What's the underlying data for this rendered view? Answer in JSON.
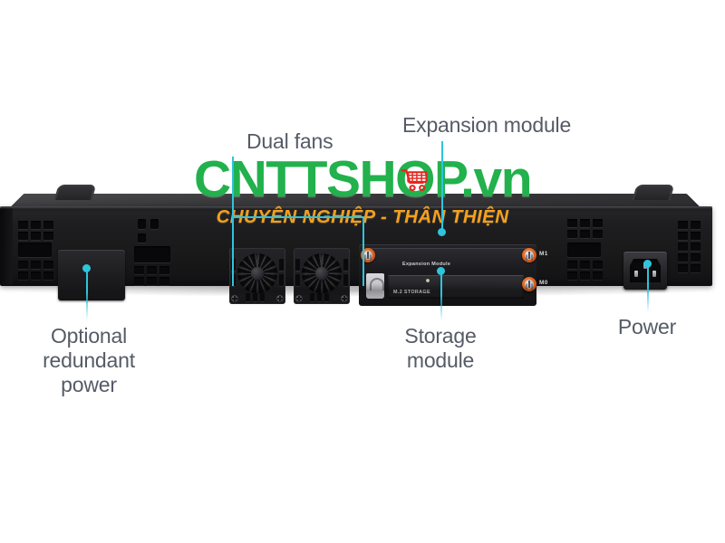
{
  "image": {
    "subject": "1U rack-mount network appliance rear panel",
    "background_color": "#ffffff"
  },
  "callouts": [
    {
      "id": "dual-fans",
      "label": "Dual fans",
      "position": "top-left-center",
      "line_color": "#2ec4dd"
    },
    {
      "id": "expansion-module",
      "label": "Expansion module",
      "position": "top-right-center",
      "line_color": "#2ec4dd"
    },
    {
      "id": "optional-redundant-power",
      "label_line1": "Optional",
      "label_line2": "redundant",
      "label_line3": "power",
      "label": "Optional redundant power",
      "position": "bottom-left",
      "line_color": "#2ec4dd"
    },
    {
      "id": "storage-module",
      "label_line1": "Storage",
      "label_line2": "module",
      "label": "Storage module",
      "position": "bottom-center",
      "line_color": "#2ec4dd"
    },
    {
      "id": "power",
      "label": "Power",
      "position": "bottom-right",
      "line_color": "#2ec4dd"
    }
  ],
  "device": {
    "panel_labels": {
      "expansion_module": "Expansion Module",
      "m2_storage": "M.2 STORAGE",
      "screw_m1": "M1",
      "screw_m0": "M0"
    },
    "chassis_color": "#1a1a1d",
    "thumbscrew_color": "#d4561a"
  },
  "watermark": {
    "brand_part1": "CNTTSH",
    "brand_o": "O",
    "brand_part2": "P",
    "brand_tld": ".vn",
    "brand_full": "CNTTSHOP.vn",
    "tagline": "CHUYÊN NGHIỆP - THÂN THIỆN",
    "brand_color": "#22b14c",
    "tagline_color": "#f5a01b",
    "cart_color": "#e8251e"
  }
}
